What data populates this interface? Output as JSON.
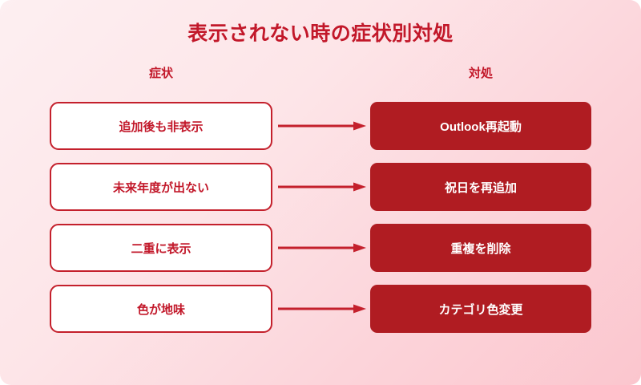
{
  "page": {
    "title": "表示されない時の症状別対処",
    "background_from": "#fdeff1",
    "background_to": "#fbc6ce",
    "accent_color": "#c2182a",
    "solid_box_color": "#b01c22"
  },
  "columns": {
    "left_header": "症状",
    "right_header": "対処"
  },
  "rows": [
    {
      "symptom": "追加後も非表示",
      "fix": "Outlook再起動",
      "arrow_icon": "arrow-right-icon"
    },
    {
      "symptom": "未来年度が出ない",
      "fix": "祝日を再追加",
      "arrow_icon": "arrow-right-icon"
    },
    {
      "symptom": "二重に表示",
      "fix": "重複を削除",
      "arrow_icon": "arrow-right-icon"
    },
    {
      "symptom": "色が地味",
      "fix": "カテゴリ色変更",
      "arrow_icon": "arrow-right-icon"
    }
  ]
}
